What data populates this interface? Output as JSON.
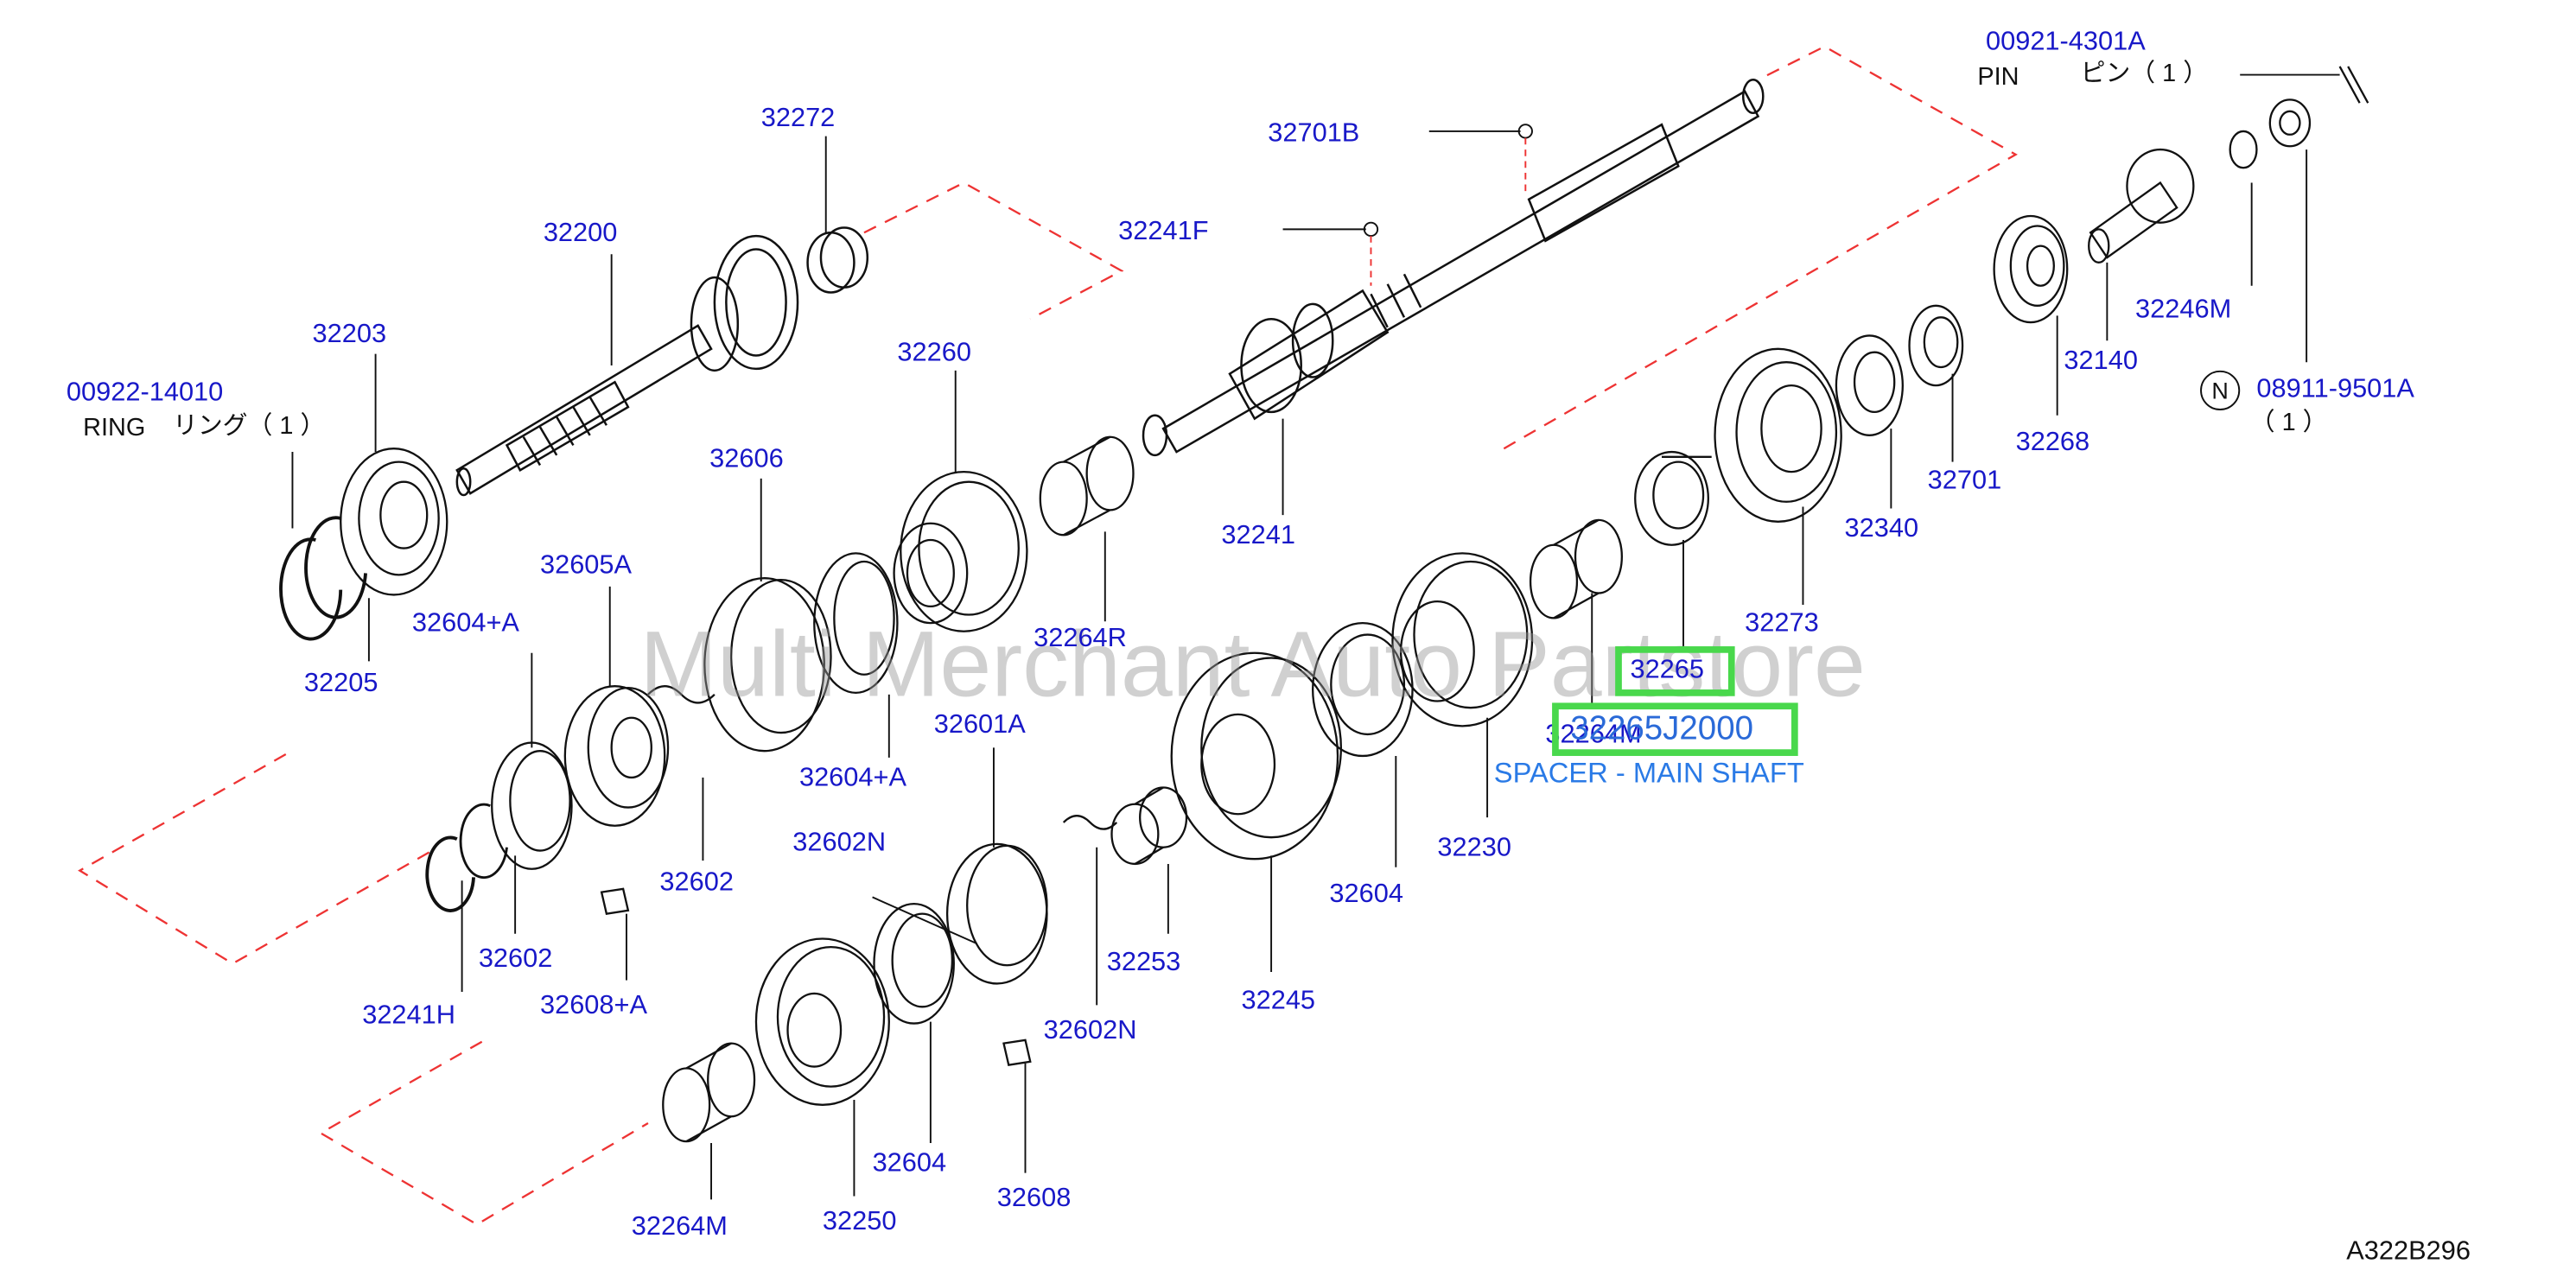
{
  "watermark": "Multi Merchant Auto Partstore",
  "diagram_code": "A322B296",
  "highlight": {
    "part_number": "32265J2000",
    "ref": "32265",
    "description": "SPACER - MAIN SHAFT"
  },
  "callouts": [
    {
      "id": "c00921",
      "text": "00921-4301A"
    },
    {
      "id": "c32701b",
      "text": "32701B"
    },
    {
      "id": "c32272",
      "text": "32272"
    },
    {
      "id": "c32200",
      "text": "32200"
    },
    {
      "id": "c32241f",
      "text": "32241F"
    },
    {
      "id": "c32203",
      "text": "32203"
    },
    {
      "id": "c00922",
      "text": "00922-14010"
    },
    {
      "id": "c32260",
      "text": "32260"
    },
    {
      "id": "c32606",
      "text": "32606"
    },
    {
      "id": "c32605a",
      "text": "32605A"
    },
    {
      "id": "c32604a1",
      "text": "32604+A"
    },
    {
      "id": "c32205",
      "text": "32205"
    },
    {
      "id": "c32264r",
      "text": "32264R"
    },
    {
      "id": "c32241",
      "text": "32241"
    },
    {
      "id": "c32246m",
      "text": "32246M"
    },
    {
      "id": "c32140",
      "text": "32140"
    },
    {
      "id": "c08911",
      "text": "08911-9501A"
    },
    {
      "id": "c32268",
      "text": "32268"
    },
    {
      "id": "c32701",
      "text": "32701"
    },
    {
      "id": "c32340",
      "text": "32340"
    },
    {
      "id": "c32273",
      "text": "32273"
    },
    {
      "id": "c32264m1",
      "text": "32264M"
    },
    {
      "id": "c32604a2",
      "text": "32604+A"
    },
    {
      "id": "c32601a",
      "text": "32601A"
    },
    {
      "id": "c32602a",
      "text": "32602"
    },
    {
      "id": "c32602n1",
      "text": "32602N"
    },
    {
      "id": "c32602b",
      "text": "32602"
    },
    {
      "id": "c32230",
      "text": "32230"
    },
    {
      "id": "c32604b",
      "text": "32604"
    },
    {
      "id": "c32241h",
      "text": "32241H"
    },
    {
      "id": "c32608a",
      "text": "32608+A"
    },
    {
      "id": "c32253",
      "text": "32253"
    },
    {
      "id": "c32602n2",
      "text": "32602N"
    },
    {
      "id": "c32245",
      "text": "32245"
    },
    {
      "id": "c32604c",
      "text": "32604"
    },
    {
      "id": "c32608",
      "text": "32608"
    },
    {
      "id": "c32264m2",
      "text": "32264M"
    },
    {
      "id": "c32250",
      "text": "32250"
    }
  ],
  "notes": {
    "pin_en": "PIN",
    "pin_jp": "ピン（ 1 ）",
    "ring_en": "RING",
    "ring_jp": "リング（ 1 ）",
    "n_qty": "（ 1 ）",
    "n_mark": "N"
  }
}
